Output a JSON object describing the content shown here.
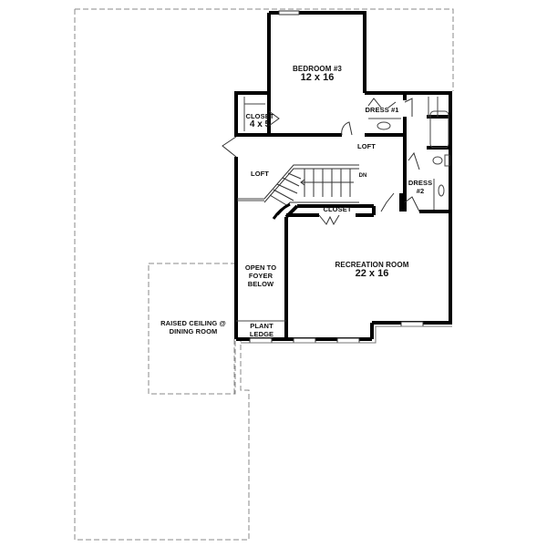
{
  "plan": {
    "type": "floor-plan",
    "level": "second-floor",
    "rooms": [
      {
        "id": "bedroom3",
        "name": "BEDROOM #3",
        "size": "12 x 16"
      },
      {
        "id": "closet-upper",
        "name": "CLOSET",
        "size": "4 x 5"
      },
      {
        "id": "dress1",
        "name": "DRESS #1"
      },
      {
        "id": "loft-right",
        "name": "LOFT"
      },
      {
        "id": "loft-left",
        "name": "LOFT"
      },
      {
        "id": "stair",
        "name": "DN"
      },
      {
        "id": "dress2",
        "name": "DRESS",
        "name2": "#2"
      },
      {
        "id": "closet-lower",
        "name": "CLOSET"
      },
      {
        "id": "recreation",
        "name": "RECREATION ROOM",
        "size": "22 x 16"
      },
      {
        "id": "open-foyer",
        "line1": "OPEN TO",
        "line2": "FOYER",
        "line3": "BELOW"
      },
      {
        "id": "plant-ledge",
        "line1": "PLANT",
        "line2": "LEDGE"
      },
      {
        "id": "raised-ceiling",
        "line1": "RAISED CEILING @",
        "line2": "DINING ROOM"
      }
    ],
    "colors": {
      "wall": "#000000",
      "dashed_outline": "#8a8a8a",
      "thin_line": "#555555",
      "background": "#ffffff"
    }
  }
}
